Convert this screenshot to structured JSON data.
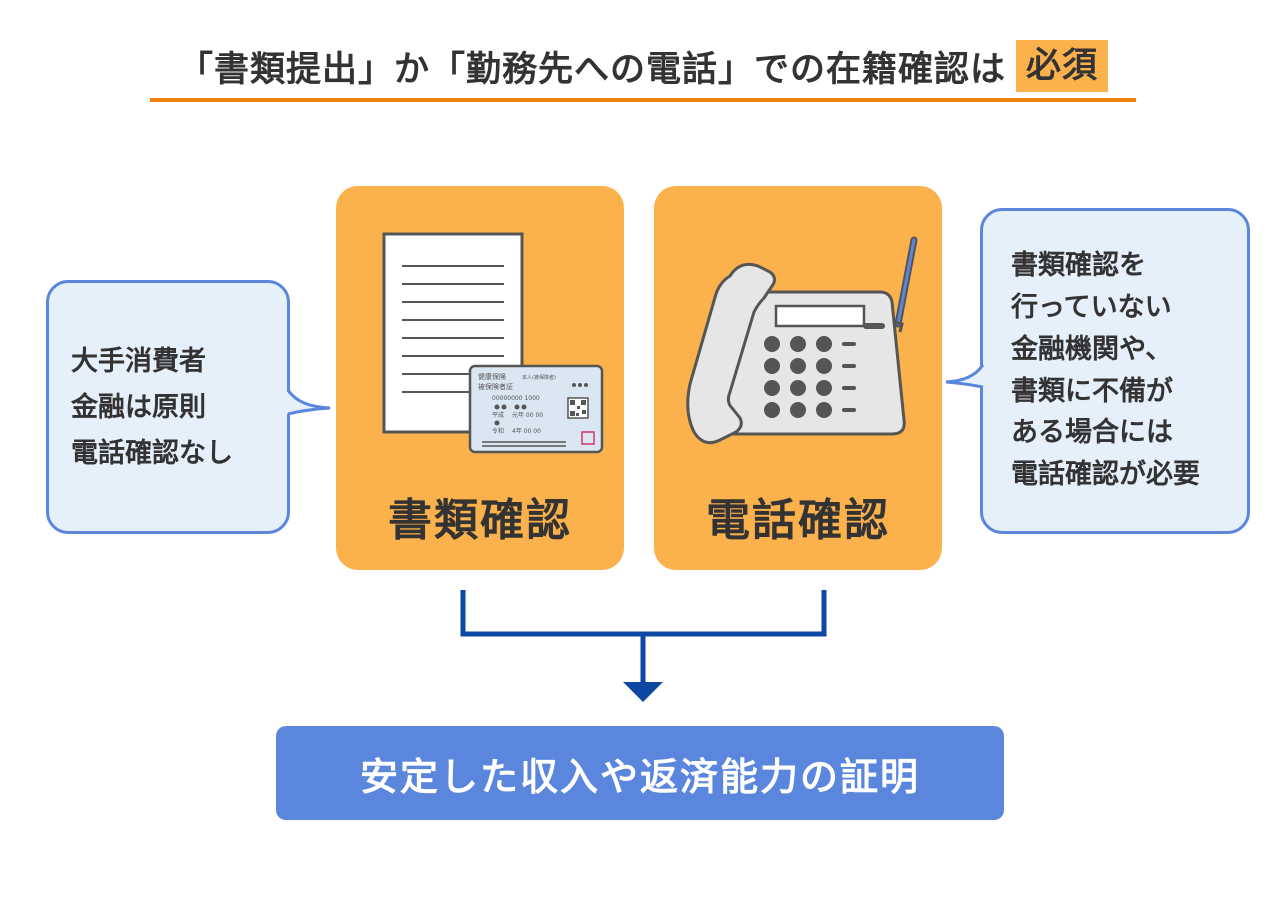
{
  "title": {
    "main": "「書類提出」か「勤務先への電話」での在籍確認は",
    "highlight": "必須"
  },
  "cards": {
    "document": {
      "label": "書類確認",
      "id_card": {
        "title": "健康保険",
        "sub": "本人(被保険者)",
        "kind": "被保険者証",
        "number": "00000000 1000",
        "era1": "平成",
        "era1_value": "元年 00 00",
        "era2": "令和",
        "era2_value": "4年 00 00"
      }
    },
    "phone": {
      "label": "電話確認"
    }
  },
  "bubbles": {
    "left": [
      "大手消費者",
      "金融は原則",
      "電話確認なし"
    ],
    "right": [
      "書類確認を",
      "行っていない",
      "金融機関や、",
      "書類に不備が",
      "ある場合には",
      "電話確認が必要"
    ]
  },
  "result": {
    "label": "安定した収入や返済能力の証明"
  },
  "colors": {
    "accent_orange": "#fbb14c",
    "underline_orange": "#f0820f",
    "blue": "#5b86dd",
    "bubble_fill": "#e6f0fb",
    "connector": "#0d47a1"
  }
}
